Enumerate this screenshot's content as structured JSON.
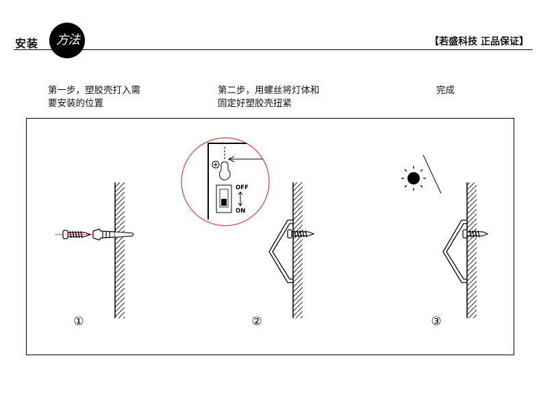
{
  "header": {
    "title": "安装",
    "badge": "方法",
    "brand": "【若盛科技  正品保证】"
  },
  "steps": [
    {
      "text": "第一步，塑胶壳打入需\n要安装的位置",
      "number": "①"
    },
    {
      "text": "第二步，用螺丝将灯体和\n固定好塑胶壳扭紧",
      "number": "②"
    },
    {
      "text": "完成",
      "number": "③"
    }
  ],
  "switch": {
    "off_label": "OFF",
    "on_label": "ON"
  },
  "colors": {
    "guide_line": "#d63a3a",
    "ink": "#111111"
  }
}
